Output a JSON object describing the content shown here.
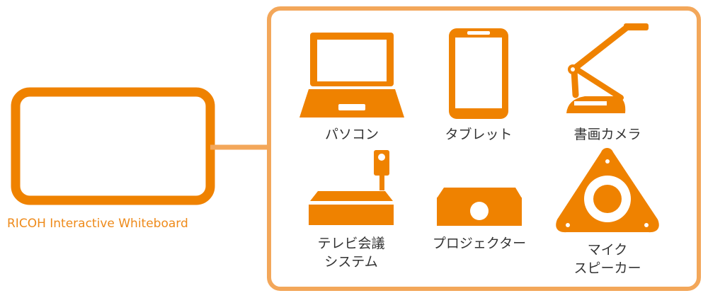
{
  "whiteboard": {
    "label": "RICOH Interactive Whiteboard"
  },
  "devices": [
    {
      "label": "パソコン",
      "icon": "laptop-icon"
    },
    {
      "label": "タブレット",
      "icon": "tablet-icon"
    },
    {
      "label": "書画カメラ",
      "icon": "document-camera-icon"
    },
    {
      "label": "テレビ会議\nシステム",
      "icon": "video-conference-system-icon"
    },
    {
      "label": "プロジェクター",
      "icon": "projector-icon"
    },
    {
      "label": "マイク\nスピーカー",
      "icon": "speakerphone-icon"
    }
  ],
  "colors": {
    "primary": "#ef8200",
    "frame": "#f3a75a",
    "text": "#333333",
    "label": "#ee8a1a"
  }
}
